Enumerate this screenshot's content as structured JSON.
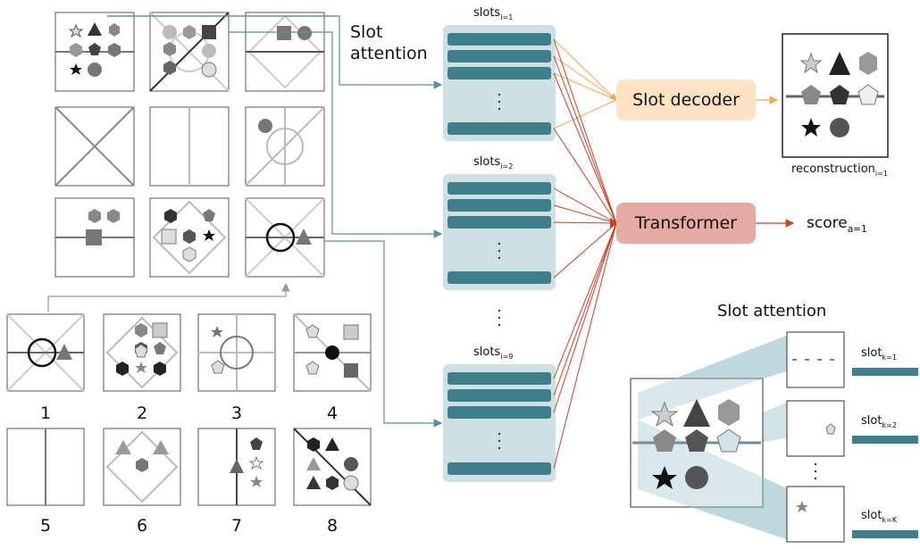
{
  "labels": {
    "slot_attention_top_line1": "Slot",
    "slot_attention_top_line2": "attention",
    "slots_prefix": "slots",
    "slots_sub_1": "i=1",
    "slots_sub_2": "i=2",
    "slots_sub_9": "i=9",
    "slot_decoder": "Slot decoder",
    "transformer": "Transformer",
    "score_prefix": "score",
    "score_sub": "a=1",
    "reconstruction_prefix": "reconstruction",
    "reconstruction_sub": "i=1",
    "panel_title": "Slot attention",
    "slot_prefix": "slot",
    "slot_sub_1": "k=1",
    "slot_sub_2": "k=2",
    "slot_sub_K": "k=K"
  },
  "answers": [
    "1",
    "2",
    "3",
    "4",
    "5",
    "6",
    "7",
    "8"
  ],
  "colors": {
    "teal": "#3f7f8b",
    "slot_bg": "#cfe0e3",
    "decoder_bg": "#fde3c4",
    "transformer_bg": "#e5aaa1",
    "orange_line": "#f0a750",
    "red_line": "#c5432b",
    "panel_bg": "#f0f0f0"
  }
}
